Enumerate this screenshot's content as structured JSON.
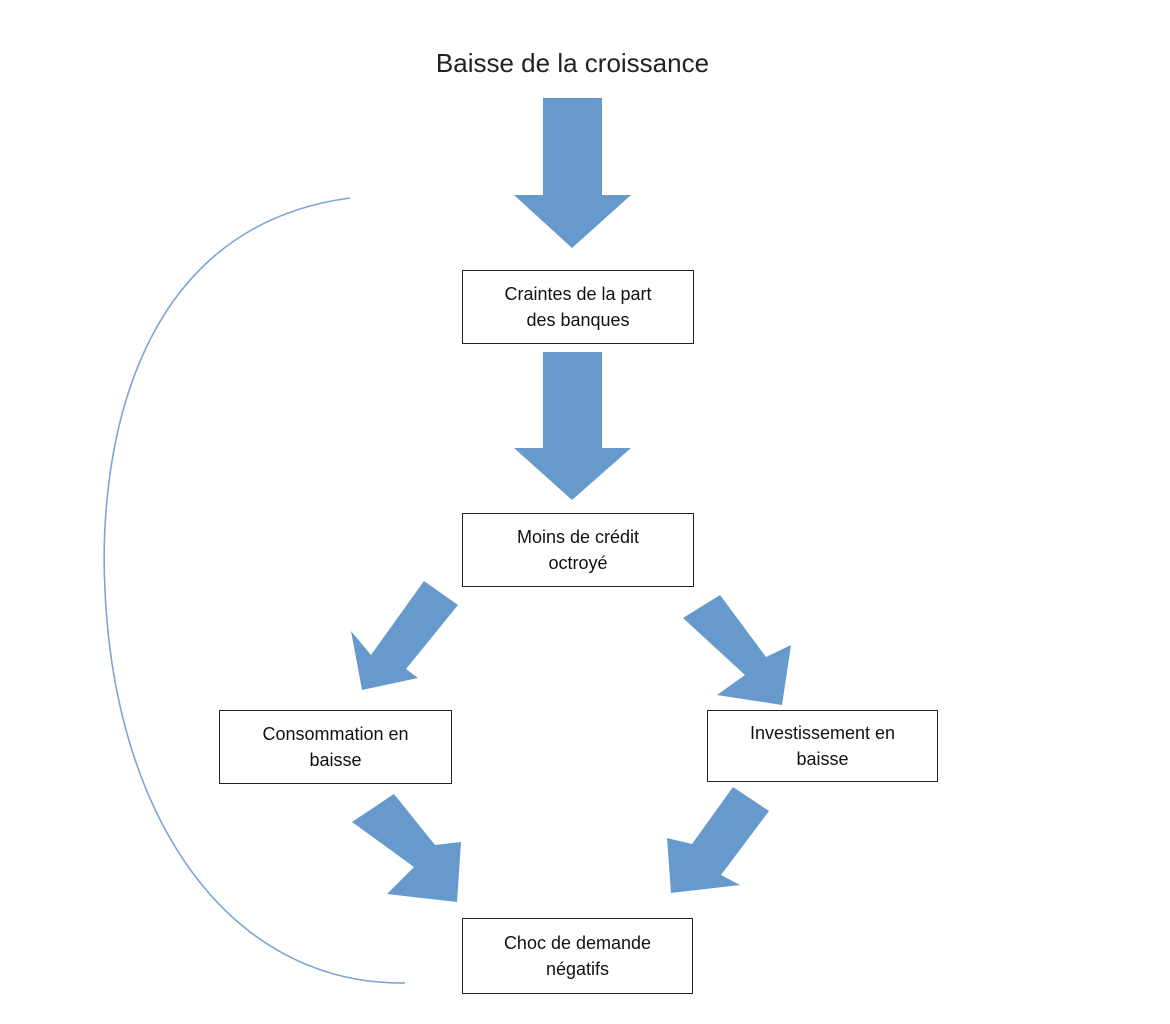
{
  "title": "Baisse de la croissance",
  "nodes": {
    "craintes": {
      "line1": "Craintes de la part",
      "line2": "des banques"
    },
    "moins_credit": {
      "line1": "Moins de crédit",
      "line2": "octroyé"
    },
    "consommation": {
      "line1": "Consommation en",
      "line2": "baisse"
    },
    "investissement": {
      "line1": "Investissement en",
      "line2": "baisse"
    },
    "choc": {
      "line1": "Choc de demande",
      "line2": "négatifs"
    }
  },
  "colors": {
    "arrow_fill": "#6699cc",
    "feedback_curve": "#7aa6d6",
    "box_border": "#222222"
  }
}
